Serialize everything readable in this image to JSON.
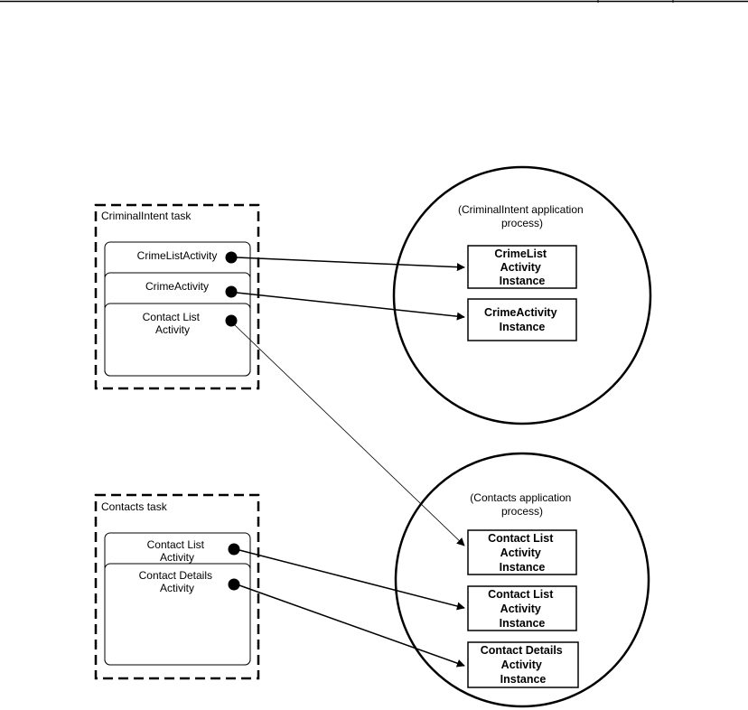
{
  "tasks": [
    {
      "title": "CriminalIntent task",
      "activities": [
        {
          "label": [
            "CrimeListActivity"
          ]
        },
        {
          "label": [
            "CrimeActivity"
          ]
        },
        {
          "label": [
            "Contact List",
            "Activity"
          ]
        }
      ]
    },
    {
      "title": "Contacts task",
      "activities": [
        {
          "label": [
            "Contact List",
            "Activity"
          ]
        },
        {
          "label": [
            "Contact Details",
            "Activity"
          ]
        }
      ]
    }
  ],
  "processes": [
    {
      "title": [
        "(CriminalIntent application",
        "process)"
      ],
      "instances": [
        {
          "label": [
            "CrimeList",
            "Activity",
            "Instance"
          ]
        },
        {
          "label": [
            "CrimeActivity",
            "Instance"
          ]
        }
      ]
    },
    {
      "title": [
        "(Contacts application",
        "process)"
      ],
      "instances": [
        {
          "label": [
            "Contact List",
            "Activity",
            "Instance"
          ]
        },
        {
          "label": [
            "Contact List",
            "Activity",
            "Instance"
          ]
        },
        {
          "label": [
            "Contact Details",
            "Activity",
            "Instance"
          ]
        }
      ]
    }
  ],
  "links": [
    {
      "from": "task-0-activity-0",
      "to": "process-0-instance-0",
      "style": "solid"
    },
    {
      "from": "task-0-activity-1",
      "to": "process-0-instance-1",
      "style": "solid"
    },
    {
      "from": "task-0-activity-2",
      "to": "process-1-instance-0",
      "style": "thin"
    },
    {
      "from": "task-1-activity-0",
      "to": "process-1-instance-1",
      "style": "solid"
    },
    {
      "from": "task-1-activity-1",
      "to": "process-1-instance-2",
      "style": "solid"
    }
  ]
}
